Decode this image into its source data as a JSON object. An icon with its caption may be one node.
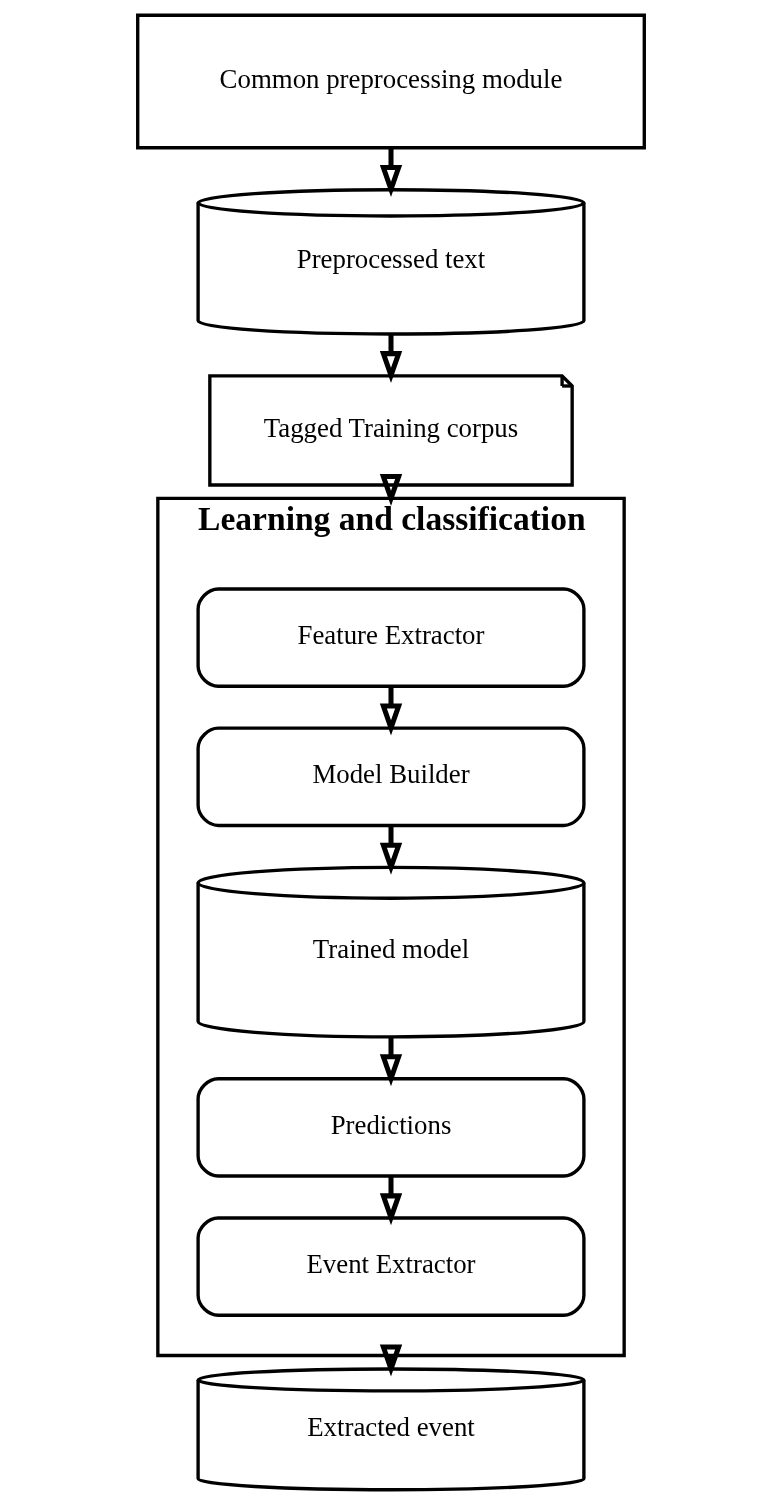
{
  "diagram": {
    "nodes": [
      {
        "text": [
          "Common preprocessing module"
        ]
      },
      {
        "text": [
          "Preprocessed text"
        ]
      },
      {
        "text": [
          "Tagged Training corpus"
        ]
      },
      {
        "text": [
          "Learning and classification"
        ]
      },
      {
        "text": [
          "Feature Extractor"
        ],
        "in": 3
      },
      {
        "text": [
          "Model Builder"
        ],
        "in": 3
      },
      {
        "text": [
          "Trained model"
        ],
        "in": 3
      },
      {
        "text": [
          "Predictions"
        ],
        "in": 3
      },
      {
        "text": [
          "Event Extractor"
        ],
        "in": 3
      },
      {
        "text": [
          "Extracted event"
        ]
      }
    ],
    "edges": [
      {
        "from": 0,
        "to": 1,
        "arrow": "to"
      },
      {
        "from": 1,
        "to": 2,
        "arrow": "to"
      },
      {
        "from": 2,
        "to": 3,
        "arrow": "to"
      },
      {
        "from": 4,
        "to": 5,
        "arrow": "to"
      },
      {
        "from": 5,
        "to": 6,
        "arrow": "to"
      },
      {
        "from": 6,
        "to": 7,
        "arrow": "to"
      },
      {
        "from": 7,
        "to": 8,
        "arrow": "to"
      },
      {
        "from": 3,
        "to": 9,
        "arrow": "to"
      }
    ]
  }
}
